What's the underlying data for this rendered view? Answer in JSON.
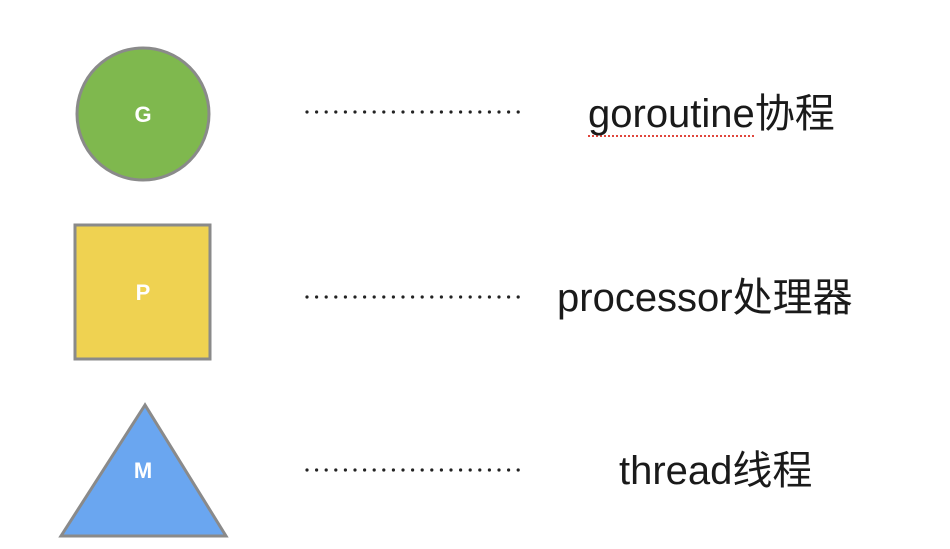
{
  "legend": {
    "items": [
      {
        "key": "goroutine",
        "shape": "circle",
        "letter": "G",
        "fill": "#7fb84e",
        "stroke": "#8a8a8a",
        "label_latin": "goroutine",
        "label_cjk": "协程",
        "spellcheck_underline": true
      },
      {
        "key": "processor",
        "shape": "square",
        "letter": "P",
        "fill": "#efd251",
        "stroke": "#8a8a8a",
        "label_latin": "processor",
        "label_cjk": "处理器",
        "spellcheck_underline": false
      },
      {
        "key": "thread",
        "shape": "triangle",
        "letter": "M",
        "fill": "#6aa6f0",
        "stroke": "#8a8a8a",
        "label_latin": "thread",
        "label_cjk": "线程",
        "spellcheck_underline": false
      }
    ],
    "connector": "dotted",
    "underline_color": "#e0463c"
  }
}
